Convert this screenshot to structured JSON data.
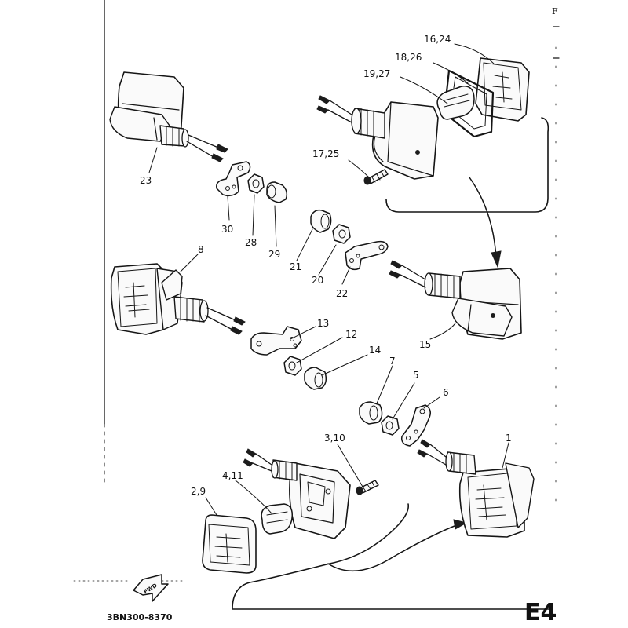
{
  "diagram": {
    "callouts": {
      "c1": "1",
      "c2_9": "2,9",
      "c3_10": "3,10",
      "c4_11": "4,11",
      "c5": "5",
      "c6": "6",
      "c7": "7",
      "c8": "8",
      "c12": "12",
      "c13": "13",
      "c14": "14",
      "c15": "15",
      "c16_24": "16,24",
      "c17_25": "17,25",
      "c18_26": "18,26",
      "c19_27": "19,27",
      "c20": "20",
      "c21": "21",
      "c22": "22",
      "c23": "23",
      "c28": "28",
      "c29": "29",
      "c30": "30"
    },
    "drawing_code": "3BN300-8370",
    "sheet_label": "E4",
    "corner_letter": "F",
    "fwd_label": "FWD"
  }
}
